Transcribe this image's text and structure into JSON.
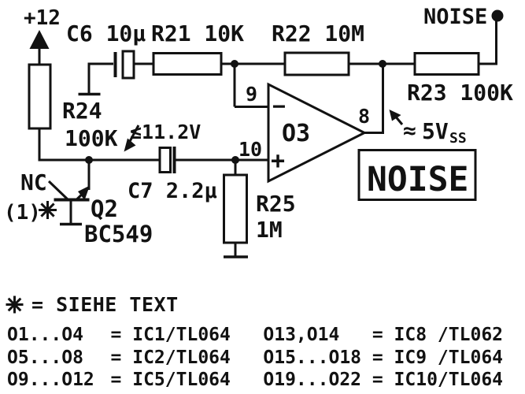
{
  "schematic": {
    "power_rail": {
      "label": "+12"
    },
    "components": {
      "c6": {
        "label": "C6 10µ"
      },
      "c7": {
        "label": "C7 2.2µ"
      },
      "r21": {
        "label": "R21 10K"
      },
      "r22": {
        "label": "R22 10M"
      },
      "r23": {
        "label": "R23 100K"
      },
      "r24": {
        "ref": "R24",
        "value": "100K"
      },
      "r25": {
        "ref": "R25",
        "value": "1M"
      },
      "q2": {
        "ref": "Q2",
        "part": "BC549",
        "nc_label": "NC",
        "footnote_ref": "(1)",
        "footnote_marker": "✳"
      }
    },
    "opamp": {
      "designator": "O3",
      "pin_inverting": "9",
      "pin_noninverting": "10",
      "pin_output": "8",
      "inverting_sign": "−",
      "noninverting_sign": "+"
    },
    "annotations": {
      "base_voltage": "≤11.2V",
      "output_amplitude": {
        "prefix": "≈",
        "value": "5V",
        "subscript": "SS"
      }
    },
    "output": {
      "terminal_label": "NOISE",
      "box_label": "NOISE"
    }
  },
  "footnote": {
    "marker": "✳",
    "text": "= SIEHE TEXT"
  },
  "ic_table": {
    "rows": [
      {
        "left_ops": "O1...O4",
        "left_eq": "=",
        "left_ic": "IC1/TL064",
        "right_ops": "O13,O14",
        "right_eq": "=",
        "right_ic": "IC8 /TL062"
      },
      {
        "left_ops": "O5...O8",
        "left_eq": "=",
        "left_ic": "IC2/TL064",
        "right_ops": "O15...O18",
        "right_eq": "=",
        "right_ic": "IC9 /TL064"
      },
      {
        "left_ops": "O9...O12",
        "left_eq": "=",
        "left_ic": "IC5/TL064",
        "right_ops": "O19...O22",
        "right_eq": "=",
        "right_ic": "IC10/TL064"
      }
    ]
  },
  "colors": {
    "ink": "#121212",
    "background": "#ffffff"
  }
}
